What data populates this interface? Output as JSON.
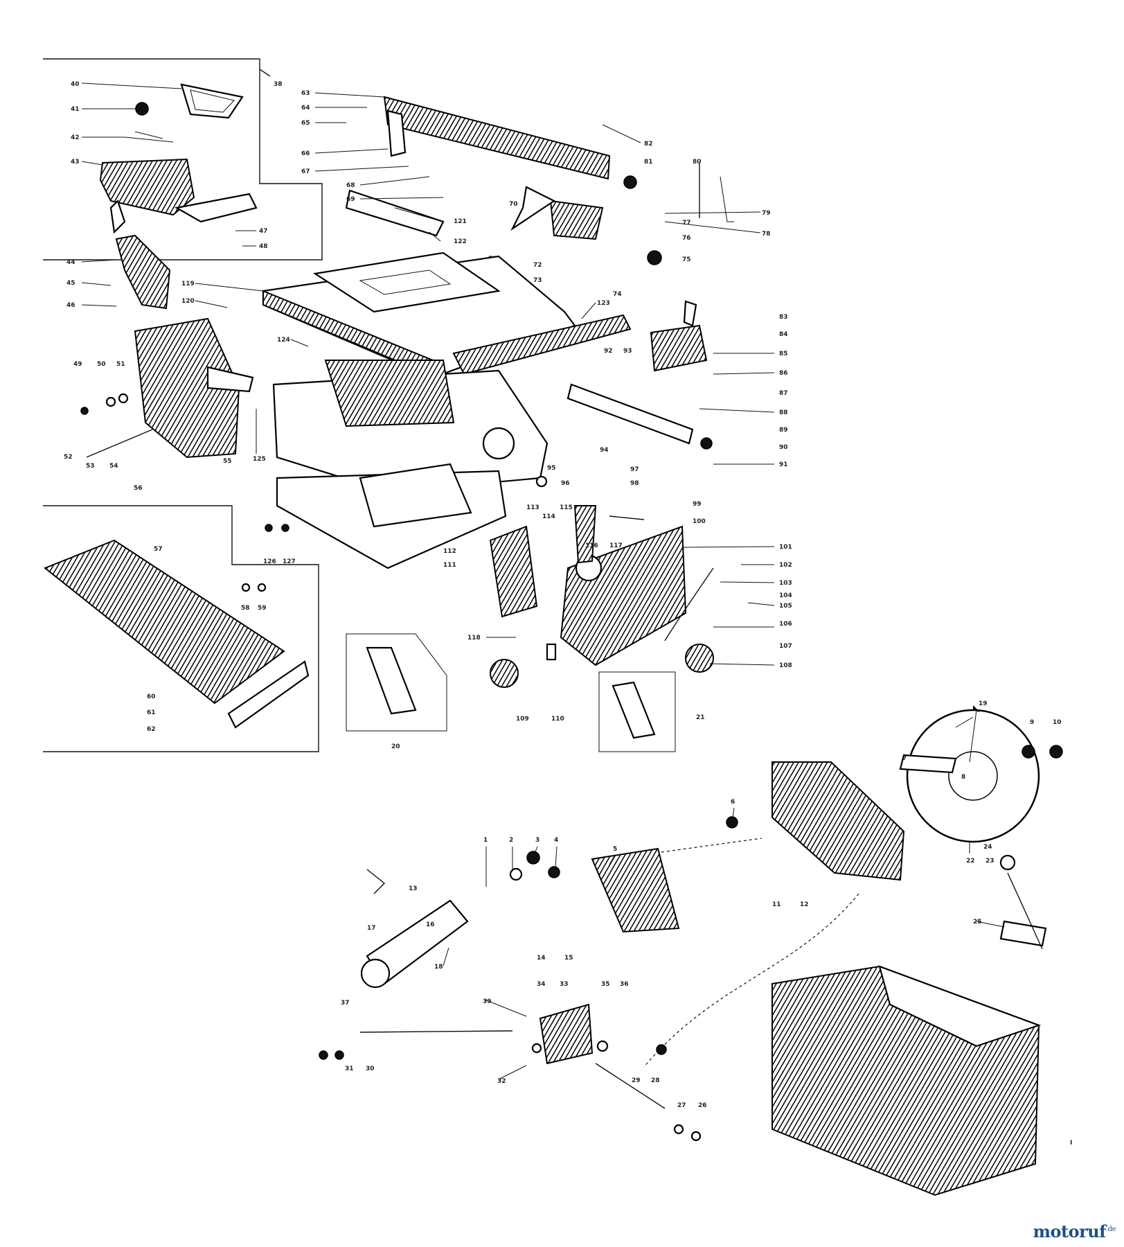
{
  "watermark": {
    "brand": "motoruf",
    "tld": ".de"
  },
  "callouts": {
    "kit_a": "38",
    "top_guard": [
      "40",
      "41",
      "42",
      "43",
      "44",
      "45",
      "46",
      "47",
      "48"
    ],
    "fence": [
      "63",
      "64",
      "65",
      "66",
      "67",
      "68",
      "69",
      "70",
      "71",
      "72",
      "73",
      "74",
      "75",
      "76",
      "77",
      "78",
      "79",
      "80",
      "81",
      "82"
    ],
    "table": [
      "119",
      "120",
      "121",
      "122",
      "123",
      "124",
      "125"
    ],
    "left_panel": [
      "49",
      "50",
      "51",
      "52",
      "53",
      "54",
      "55"
    ],
    "miter": [
      "83",
      "84",
      "85",
      "86",
      "87",
      "88",
      "89",
      "90",
      "91",
      "92",
      "93",
      "94"
    ],
    "kit_b": "56",
    "drawer": [
      "57",
      "58",
      "59",
      "60",
      "61",
      "62",
      "126",
      "127"
    ],
    "crank": [
      "95",
      "96",
      "97",
      "98",
      "99",
      "100",
      "101",
      "102",
      "103",
      "104",
      "105",
      "106",
      "107",
      "108",
      "109",
      "110",
      "111",
      "112",
      "113",
      "114",
      "115",
      "116",
      "117",
      "118"
    ],
    "motor": [
      "1",
      "2",
      "3",
      "4",
      "5",
      "6",
      "7",
      "8",
      "9",
      "10",
      "11",
      "12",
      "13",
      "14",
      "15",
      "16",
      "17",
      "18",
      "19",
      "20",
      "21",
      "22",
      "23",
      "24",
      "25",
      "26",
      "27",
      "28",
      "29",
      "30",
      "31",
      "32",
      "33",
      "34",
      "35",
      "36",
      "37",
      "39"
    ]
  }
}
